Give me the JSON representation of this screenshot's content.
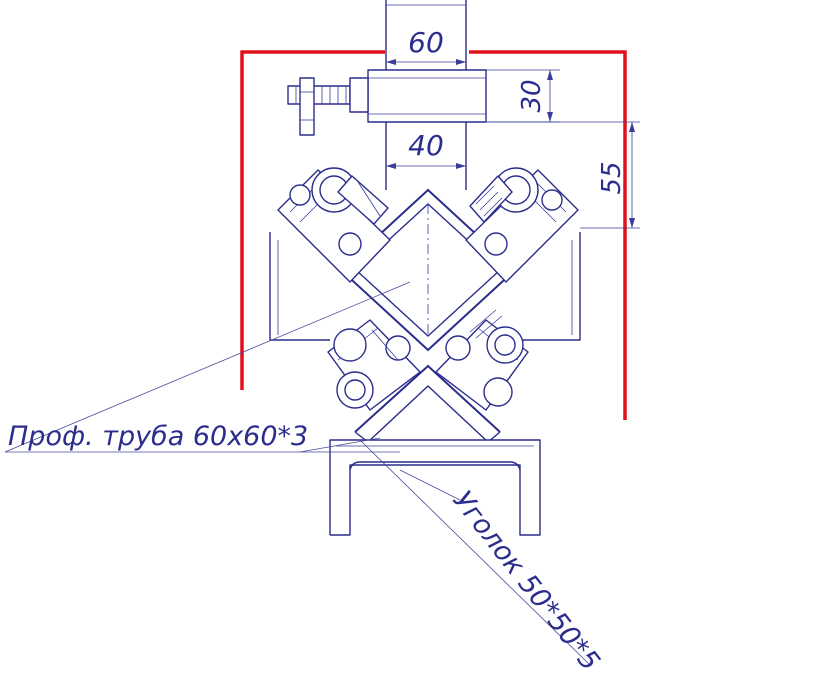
{
  "diagram": {
    "dimensions": {
      "width_top": "60",
      "height_clamp": "30",
      "width_tube": "40",
      "height_offset": "55"
    },
    "callouts": {
      "profile_tube": "Проф. труба 60х60*3",
      "angle": "Уголок 50*50*5"
    },
    "colors": {
      "line": "#2b2d8c",
      "highlight": "#e0101c",
      "background": "#ffffff"
    }
  }
}
